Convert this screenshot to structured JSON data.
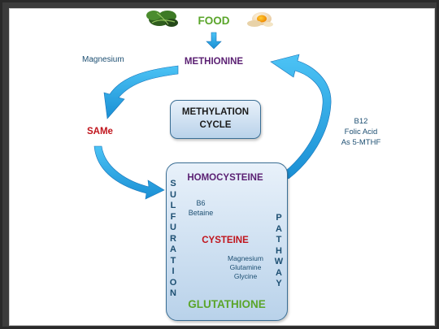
{
  "nodes": {
    "food": "FOOD",
    "methionine": "METHIONINE",
    "same": "SAMe",
    "methylation_cycle_line1": "METHYLATION",
    "methylation_cycle_line2": "CYCLE",
    "homocysteine": "HOMOCYSTEINE",
    "cysteine": "CYSTEINE",
    "glutathione": "GLUTATHIONE"
  },
  "cofactors": {
    "magnesium": "Magnesium",
    "b12": "B12",
    "folic_acid": "Folic Acid",
    "as_5mthf": "As 5-MTHF",
    "b6": "B6",
    "betaine": "Betaine",
    "magnesium_2": "Magnesium",
    "glutamine": "Glutamine",
    "glycine": "Glycine"
  },
  "side_labels": {
    "sulfuration": "SULFURATION",
    "pathway": "PATHWAY"
  },
  "colors": {
    "arrow_fill": "#1e9fe0",
    "methionine": "#5a1f72",
    "same": "#c0141c",
    "food": "#5aa52a",
    "glutathione": "#5aa52a",
    "cofactor_text": "#1d4f72"
  },
  "icons": {
    "food_left": "leafy-greens-icon",
    "food_right": "eggs-icon"
  }
}
